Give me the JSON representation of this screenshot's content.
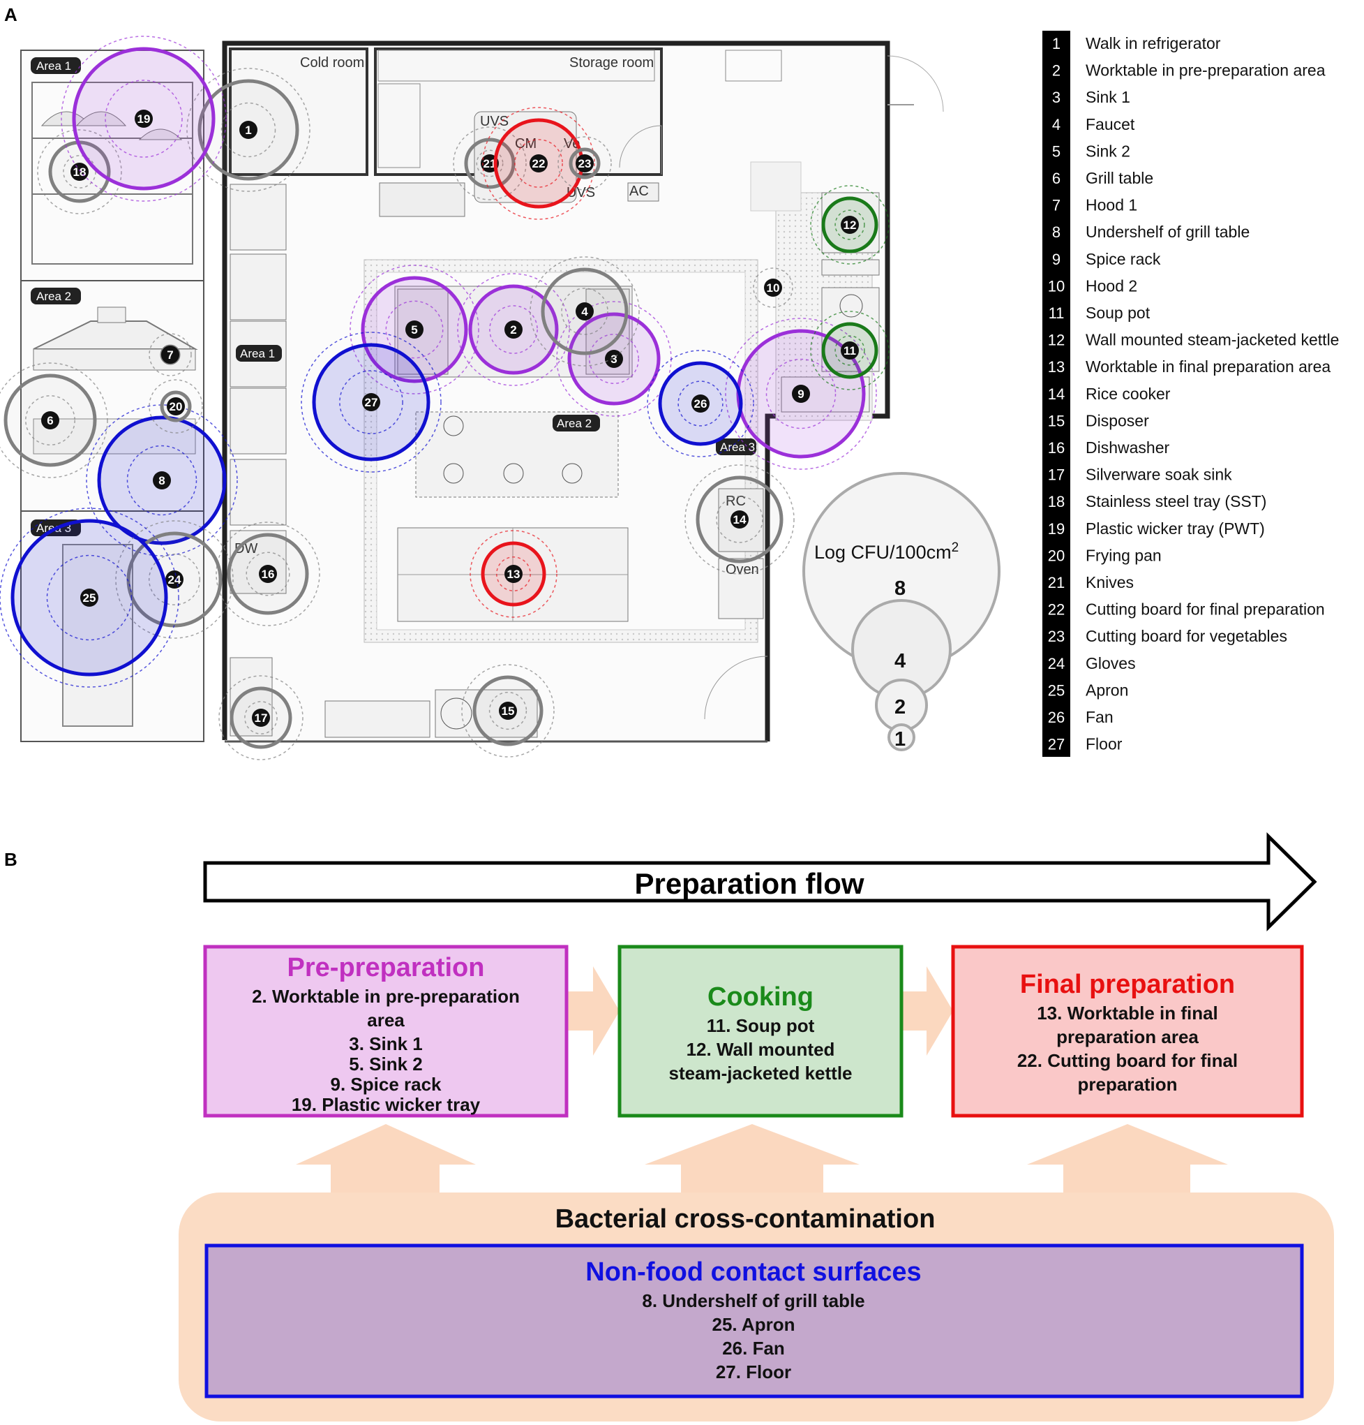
{
  "panel_a": {
    "label": "A",
    "rooms": {
      "cold_room": "Cold room",
      "storage_room": "Storage room"
    },
    "areas": [
      "Area 1",
      "Area 2",
      "Area 3"
    ],
    "equipment_labels": {
      "uvs": "UVS",
      "cm": "CM",
      "ve": "Ve",
      "uvs2": "UVS",
      "ac": "AC",
      "rc": "RC",
      "oven": "Oven",
      "dw": "DW"
    },
    "legend": [
      {
        "num": "1",
        "label": "Walk in refrigerator"
      },
      {
        "num": "2",
        "label": "Worktable in pre-preparation area"
      },
      {
        "num": "3",
        "label": "Sink 1"
      },
      {
        "num": "4",
        "label": "Faucet"
      },
      {
        "num": "5",
        "label": "Sink 2"
      },
      {
        "num": "6",
        "label": "Grill table"
      },
      {
        "num": "7",
        "label": "Hood 1"
      },
      {
        "num": "8",
        "label": "Undershelf  of grill table"
      },
      {
        "num": "9",
        "label": "Spice rack"
      },
      {
        "num": "10",
        "label": "Hood 2"
      },
      {
        "num": "11",
        "label": "Soup pot"
      },
      {
        "num": "12",
        "label": "Wall mounted steam-jacketed kettle"
      },
      {
        "num": "13",
        "label": "Worktable in final preparation area"
      },
      {
        "num": "14",
        "label": "Rice cooker"
      },
      {
        "num": "15",
        "label": "Disposer"
      },
      {
        "num": "16",
        "label": "Dishwasher"
      },
      {
        "num": "17",
        "label": "Silverware soak sink"
      },
      {
        "num": "18",
        "label": "Stainless steel tray (SST)"
      },
      {
        "num": "19",
        "label": "Plastic wicker tray (PWT)"
      },
      {
        "num": "20",
        "label": "Frying pan"
      },
      {
        "num": "21",
        "label": "Knives"
      },
      {
        "num": "22",
        "label": "Cutting board for final preparation"
      },
      {
        "num": "23",
        "label": "Cutting board for vegetables"
      },
      {
        "num": "24",
        "label": "Gloves"
      },
      {
        "num": "25",
        "label": "Apron"
      },
      {
        "num": "26",
        "label": "Fan"
      },
      {
        "num": "27",
        "label": "Floor"
      }
    ],
    "scale": {
      "title": "Log CFU/100cm",
      "superscript": "2",
      "values": [
        "8",
        "4",
        "2",
        "1"
      ]
    },
    "colors": {
      "pre_preparation": "#9b30d9",
      "cooking": "#1a7a1a",
      "final_preparation": "#e8141c",
      "non_food_contact": "#1010d0",
      "other": "#808080"
    }
  },
  "panel_b": {
    "label": "B",
    "flow_title": "Preparation flow",
    "boxes": [
      {
        "title": "Pre-preparation",
        "items": [
          "2. Worktable in pre-preparation",
          "area",
          "3. Sink 1",
          "5. Sink 2",
          "9. Spice rack",
          "19. Plastic wicker tray"
        ],
        "title_color": "#c030c0",
        "border": "#c030c0",
        "fill": "#eec8f0"
      },
      {
        "title": "Cooking",
        "items": [
          "11. Soup pot",
          "12. Wall mounted",
          "steam-jacketed kettle"
        ],
        "title_color": "#1a8a1a",
        "border": "#1a8a1a",
        "fill": "#cde6cc"
      },
      {
        "title": "Final preparation",
        "items": [
          "13. Worktable in final",
          "preparation area",
          "22. Cutting board for final",
          "preparation"
        ],
        "title_color": "#e81010",
        "border": "#e81010",
        "fill": "#fac8c8"
      }
    ],
    "bacterial": {
      "title": "Bacterial cross-contamination",
      "fill": "#fbdcc4",
      "non_food": {
        "title": "Non-food contact surfaces",
        "items": [
          "8. Undershelf of grill table",
          "25. Apron",
          "26. Fan",
          "27. Floor"
        ],
        "title_color": "#1010e0",
        "border": "#1010e0",
        "fill": "#c4a8cc"
      }
    }
  }
}
